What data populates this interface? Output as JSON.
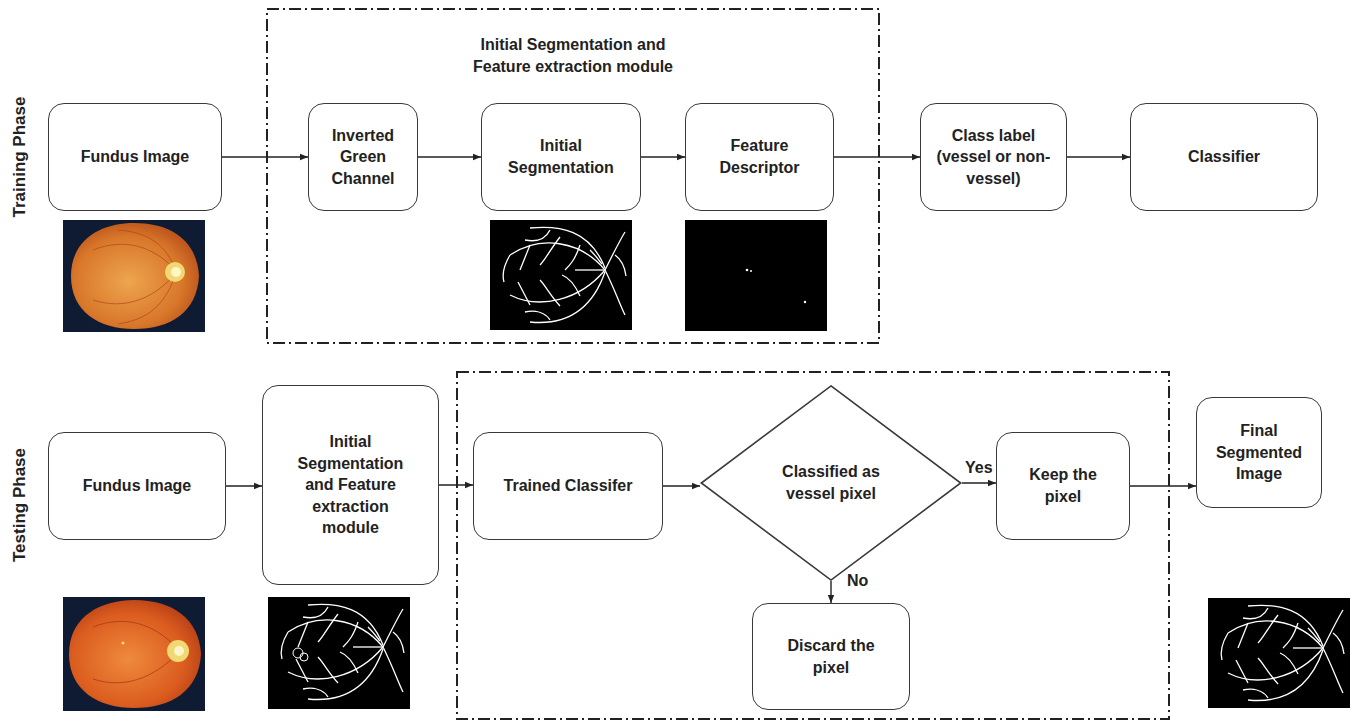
{
  "diagram": {
    "nodes": [
      {
        "text": [
          "Fundus Image"
        ]
      },
      {
        "text": [
          "Initial Segmentation and Feature extraction module"
        ]
      },
      {
        "text": [
          "Inverted Green Channel"
        ],
        "in": 1
      },
      {
        "text": [
          "Initial Segmentation"
        ],
        "in": 1
      },
      {
        "text": [
          "Feature Descriptor"
        ],
        "in": 1
      },
      {
        "text": [
          "Class label (vessel or non-vessel)"
        ]
      },
      {
        "text": [
          "Classifier"
        ]
      },
      {
        "text": [
          "Fundus Image"
        ]
      },
      {
        "text": [
          "Initial Segmentation and Feature extraction module"
        ]
      },
      {
        "text": [
          "Trained Classifer"
        ]
      },
      {
        "text": [
          "Classified as vessel pixel"
        ]
      },
      {
        "text": [
          "Keep the pixel"
        ]
      },
      {
        "text": [
          "Discard the pixel"
        ]
      },
      {
        "text": [
          "Final Segmented Image"
        ]
      }
    ],
    "edges": [
      {
        "from": 0,
        "to": 2,
        "arrow": "to"
      },
      {
        "from": 2,
        "to": 3,
        "arrow": "to"
      },
      {
        "from": 3,
        "to": 4,
        "arrow": "to"
      },
      {
        "from": 4,
        "to": 5,
        "arrow": "to"
      },
      {
        "from": 5,
        "to": 6,
        "arrow": "to"
      },
      {
        "from": 7,
        "to": 8,
        "arrow": "to"
      },
      {
        "from": 8,
        "to": 9,
        "arrow": "to"
      },
      {
        "from": 9,
        "to": 10,
        "arrow": "to"
      },
      {
        "from": 10,
        "to": 11,
        "label": "Yes",
        "arrow": "to"
      },
      {
        "from": 10,
        "to": 12,
        "label": "No",
        "arrow": "to"
      },
      {
        "from": 11,
        "to": 13,
        "arrow": "to"
      }
    ],
    "labels": [
      "Training Phase",
      "Testing Phase"
    ]
  }
}
